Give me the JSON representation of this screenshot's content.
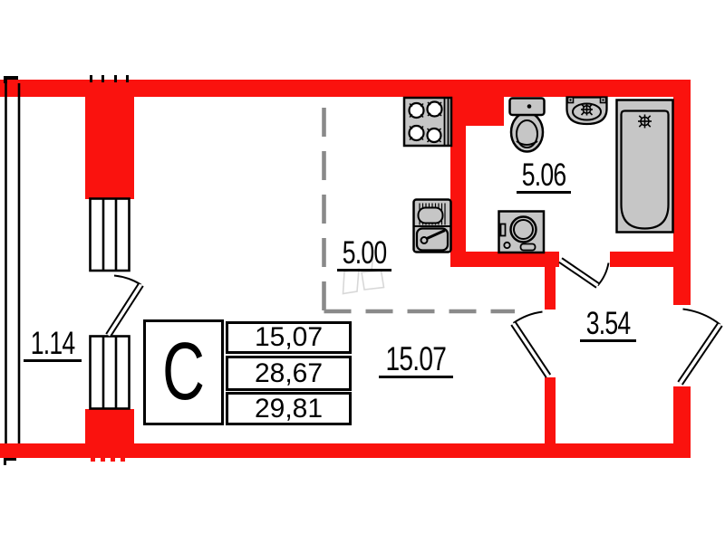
{
  "title": "Studio apartment floor plan",
  "colors": {
    "wall": "#FA120E",
    "fixture_fill": "#C6C6C6",
    "line": "#000000",
    "dashed_zone": "#8A8A8A",
    "ghost_sketch": "#D8D8D8",
    "background": "#FFFFFF"
  },
  "rooms": {
    "balcony": {
      "area": "1.14"
    },
    "kitchen": {
      "area": "5.00"
    },
    "bathroom": {
      "area": "5.06"
    },
    "hallway": {
      "area": "3.54"
    },
    "living_room": {
      "area": "15.07"
    }
  },
  "info_table": {
    "type_letter": "С",
    "rows": [
      "15,07",
      "28,67",
      "29,81"
    ]
  },
  "fixtures": [
    "stove-icon",
    "kitchen-sink-icon",
    "toilet-icon",
    "washbasin-icon",
    "bathtub-icon",
    "washing-machine-icon"
  ]
}
